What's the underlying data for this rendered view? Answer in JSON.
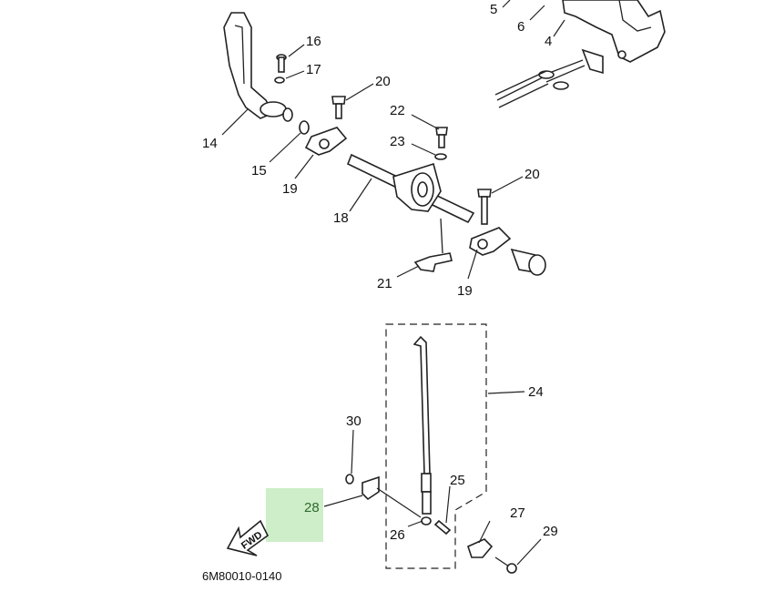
{
  "diagram": {
    "code": "6M80010-0140",
    "direction_label": "FWD",
    "highlight_color": "#cdeec8",
    "callouts": [
      {
        "id": "c5",
        "text": "5"
      },
      {
        "id": "c6",
        "text": "6"
      },
      {
        "id": "c4",
        "text": "4"
      },
      {
        "id": "c16",
        "text": "16"
      },
      {
        "id": "c17",
        "text": "17"
      },
      {
        "id": "c14",
        "text": "14"
      },
      {
        "id": "c15",
        "text": "15"
      },
      {
        "id": "c20a",
        "text": "20"
      },
      {
        "id": "c19a",
        "text": "19"
      },
      {
        "id": "c22",
        "text": "22"
      },
      {
        "id": "c23",
        "text": "23"
      },
      {
        "id": "c18",
        "text": "18"
      },
      {
        "id": "c20b",
        "text": "20"
      },
      {
        "id": "c21",
        "text": "21"
      },
      {
        "id": "c19b",
        "text": "19"
      },
      {
        "id": "c24",
        "text": "24"
      },
      {
        "id": "c30",
        "text": "30"
      },
      {
        "id": "c28",
        "text": "28"
      },
      {
        "id": "c25",
        "text": "25"
      },
      {
        "id": "c27",
        "text": "27"
      },
      {
        "id": "c26",
        "text": "26"
      },
      {
        "id": "c29",
        "text": "29"
      }
    ]
  }
}
